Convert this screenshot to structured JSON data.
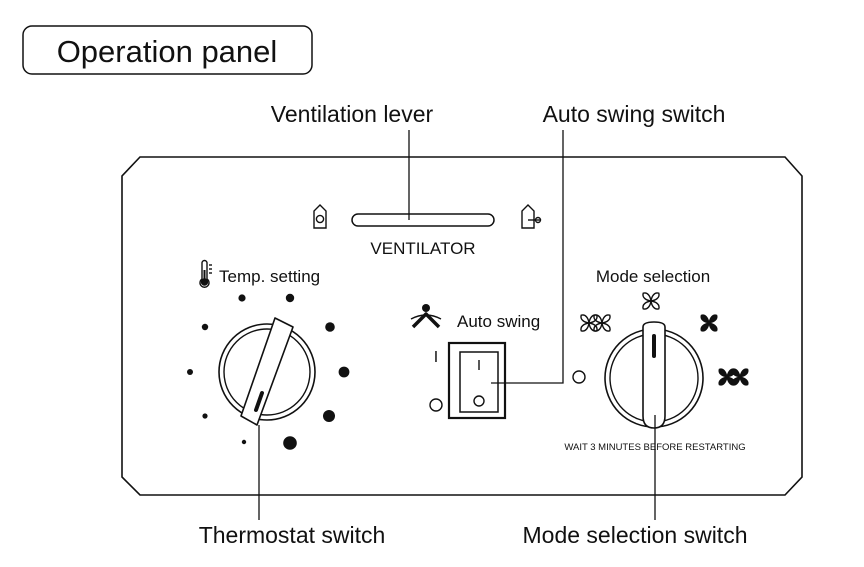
{
  "title": "Operation panel",
  "callouts": {
    "ventilation_lever": "Ventilation lever",
    "auto_swing_switch": "Auto swing switch",
    "thermostat_switch": "Thermostat switch",
    "mode_selection_switch": "Mode selection switch"
  },
  "panel": {
    "ventilator_label": "VENTILATOR",
    "temp_setting_label": "Temp. setting",
    "auto_swing_label": "Auto swing",
    "switch_on_mark": "I",
    "switch_off_mark": "O",
    "mode_selection_label": "Mode selection",
    "restart_notice": "WAIT 3 MINUTES BEFORE RESTARTING"
  },
  "icons": {
    "ventilator_closed": "closed-damper-icon",
    "ventilator_open": "open-damper-icon",
    "thermometer": "thermometer-icon",
    "auto_swing": "auto-swing-icon",
    "mode_fan_low": "fan-low-icon",
    "mode_fan_medium": "fan-medium-icon",
    "mode_fan_high": "fan-high-icon",
    "mode_fan_turbo": "fan-turbo-icon"
  }
}
